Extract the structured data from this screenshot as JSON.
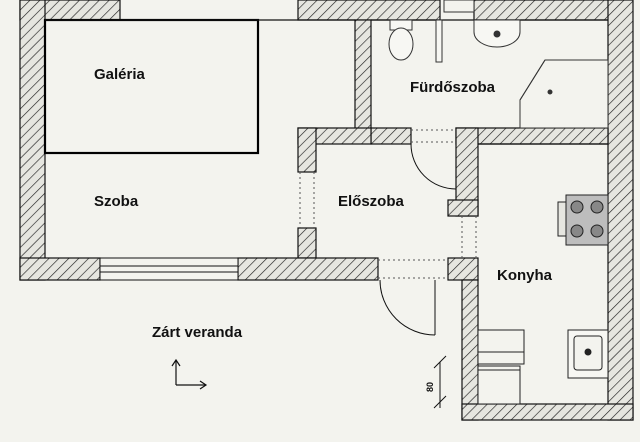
{
  "rooms": {
    "galeria": "Galéria",
    "szoba": "Szoba",
    "furdoszoba": "Fürdőszoba",
    "eloszoba": "Előszoba",
    "konyha": "Konyha",
    "veranda": "Zárt veranda"
  },
  "dimension": "80",
  "colors": {
    "background": "#f3f3ee",
    "wall": "#e6e6e0",
    "hatch": "#222222",
    "line": "#111111",
    "fixture": "#bdbdbd"
  },
  "icons": [
    "north-arrow-icon",
    "toilet-icon",
    "sink-icon",
    "stove-icon",
    "kitchen-sink-icon"
  ]
}
